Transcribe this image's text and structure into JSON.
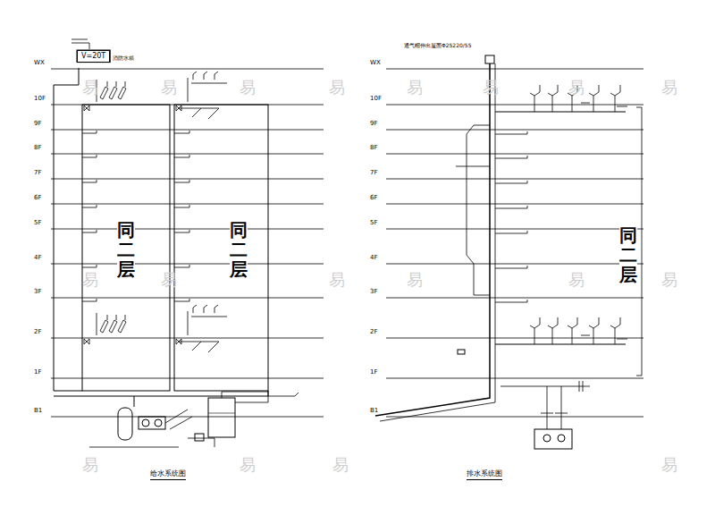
{
  "diagram": {
    "nodes": [
      {
        "text": [
          "V=20T"
        ]
      }
    ],
    "labels": [
      "消防水箱",
      "WX",
      "10F",
      "9F",
      "8F",
      "7F",
      "6F",
      "5F",
      "4F",
      "3F",
      "2F",
      "1F",
      "B1",
      "同二层",
      "同二层",
      "给水系统图",
      "WX",
      "10F",
      "9F",
      "8F",
      "7F",
      "6F",
      "5F",
      "4F",
      "3F",
      "2F",
      "1F",
      "B1",
      "通气帽伸出屋面Φ25220/55",
      "同二层",
      "排水系统图",
      "易",
      "易",
      "易",
      "易",
      "易",
      "易",
      "易",
      "易",
      "易",
      "易",
      "易",
      "易",
      "易",
      "易",
      "易",
      "易",
      "易",
      "易"
    ]
  }
}
